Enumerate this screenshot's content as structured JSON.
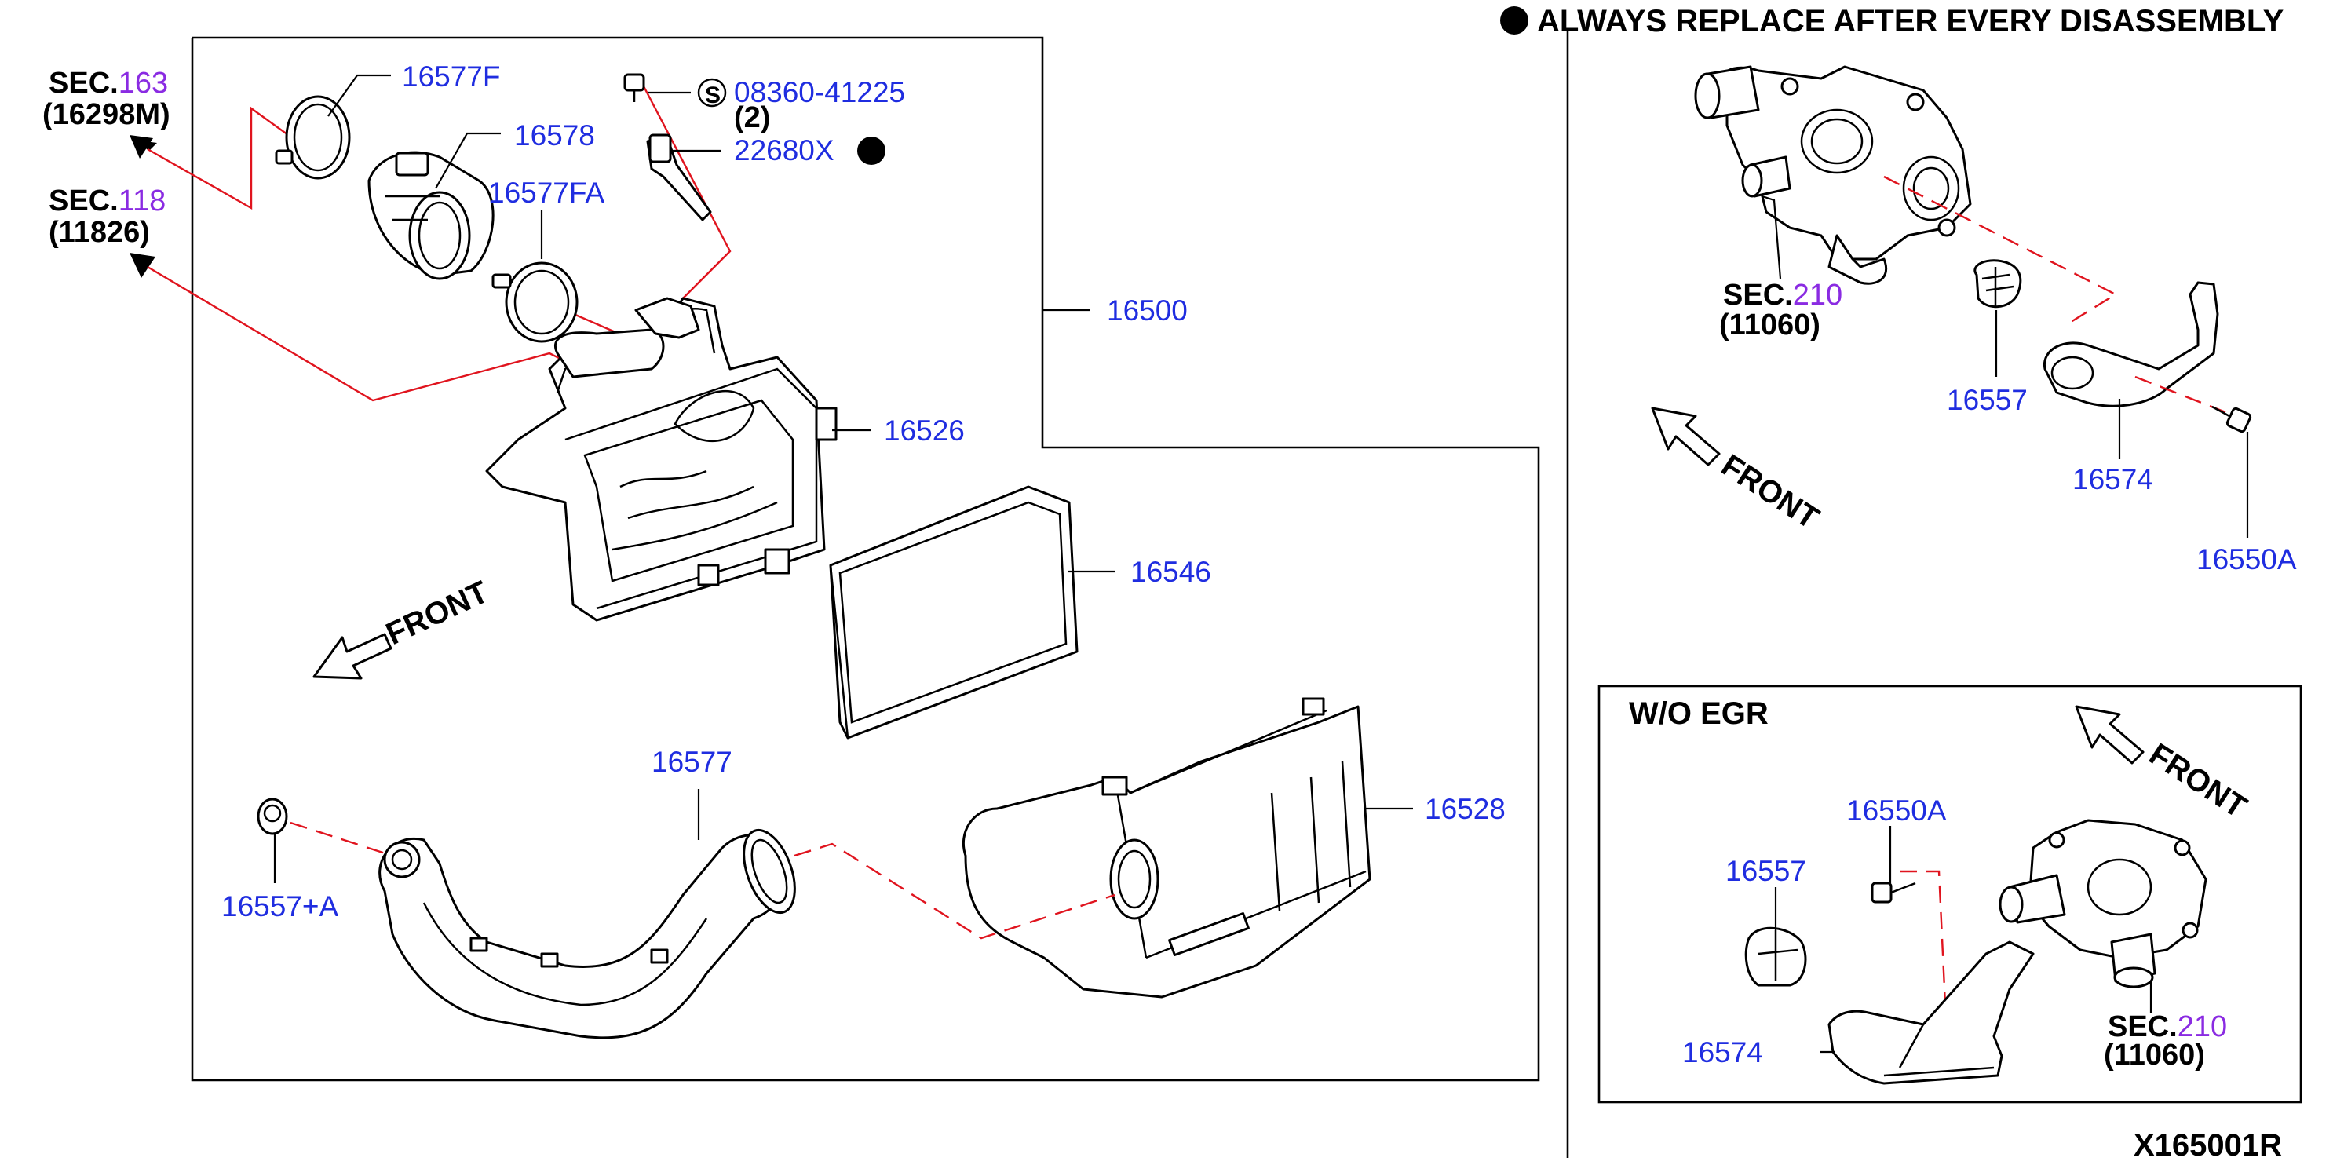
{
  "header": {
    "note": "ALWAYS REPLACE AFTER EVERY DISASSEMBLY"
  },
  "figure_id": "X165001R",
  "front_label": "FRONT",
  "inset": {
    "title": "W/O EGR"
  },
  "section_refs": [
    {
      "prefix": "SEC.",
      "number": "163",
      "sub": "(16298M)"
    },
    {
      "prefix": "SEC.",
      "number": "118",
      "sub": "(11826)"
    },
    {
      "prefix": "SEC.",
      "number": "210",
      "sub": "(11060)"
    },
    {
      "prefix": "SEC.",
      "number": "210",
      "sub": "(11060)"
    }
  ],
  "parts": {
    "p16577F": "16577F",
    "p16578": "16578",
    "p16577FA": "16577FA",
    "bolt_code": "08360-41225",
    "bolt_qty": "(2)",
    "bolt_symbol": "S",
    "p22680X": "22680X",
    "p16500": "16500",
    "p16526": "16526",
    "p16546": "16546",
    "p16577": "16577",
    "p16557A": "16557+A",
    "p16528": "16528",
    "r16557": "16557",
    "r16574": "16574",
    "r16550A": "16550A",
    "i16550A": "16550A",
    "i16557": "16557",
    "i16574": "16574"
  },
  "colors": {
    "part_number": "#1f2de0",
    "section_number": "#8a2be2",
    "leader_dashed": "#e0141e",
    "line": "#000000"
  }
}
